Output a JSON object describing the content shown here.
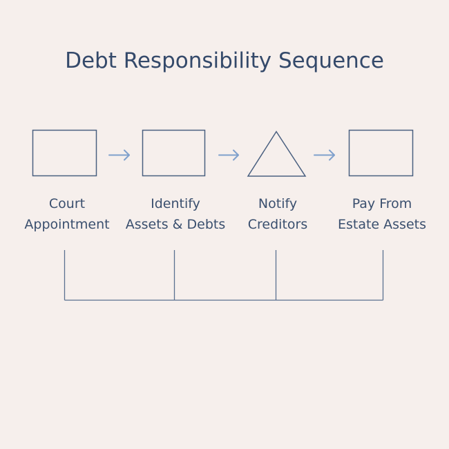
{
  "title": "Debt Responsibility Sequence",
  "colors": {
    "background": "#f6efec",
    "shape_stroke": "#4a6080",
    "arrow": "#7fa0cc",
    "text": "#34496a",
    "bracket": "#5a7090"
  },
  "steps": [
    {
      "shape": "rectangle",
      "line1": "Court",
      "line2": "Appointment"
    },
    {
      "shape": "rectangle",
      "line1": "Identify",
      "line2": "Assets & Debts"
    },
    {
      "shape": "triangle",
      "line1": "Notify",
      "line2": "Creditors"
    },
    {
      "shape": "rectangle",
      "line1": "Pay From",
      "line2": "Estate Assets"
    }
  ],
  "arrows": [
    {
      "from": 0,
      "to": 1,
      "glyph": "right-arrow"
    },
    {
      "from": 1,
      "to": 2,
      "glyph": "right-arrow"
    },
    {
      "from": 2,
      "to": 3,
      "glyph": "right-arrow"
    }
  ],
  "bracket": {
    "type": "comb-connector",
    "tick_count": 4
  }
}
